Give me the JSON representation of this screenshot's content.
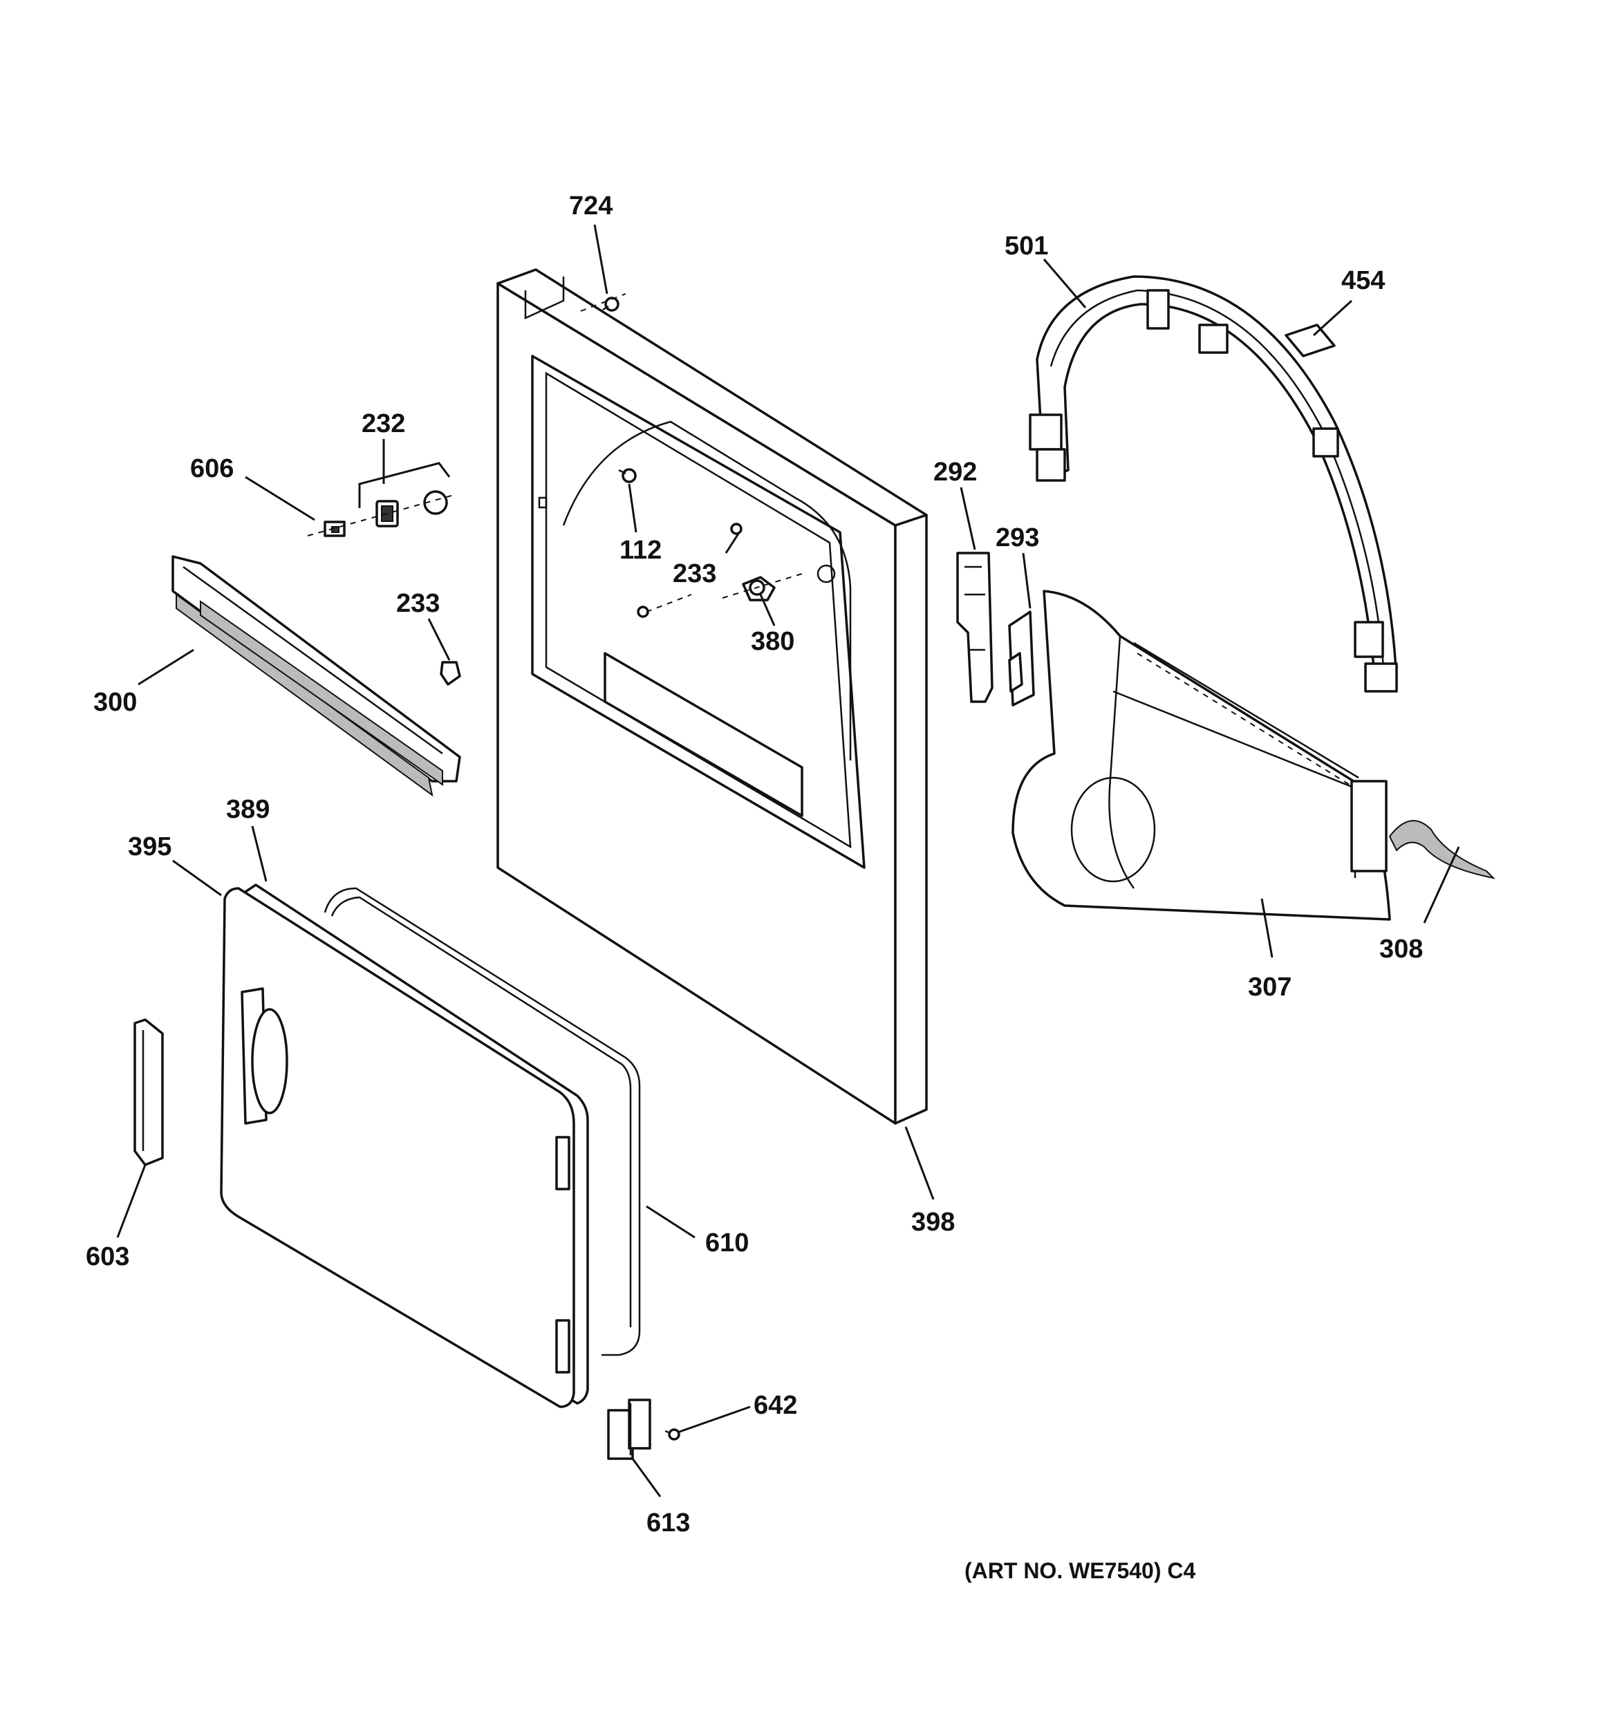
{
  "diagram": {
    "art_number": "(ART NO. WE7540) C4",
    "parts": [
      {
        "id": "p724",
        "label": "724"
      },
      {
        "id": "p501",
        "label": "501"
      },
      {
        "id": "p454",
        "label": "454"
      },
      {
        "id": "p232",
        "label": "232"
      },
      {
        "id": "p606",
        "label": "606"
      },
      {
        "id": "p292",
        "label": "292"
      },
      {
        "id": "p293",
        "label": "293"
      },
      {
        "id": "p112",
        "label": "112"
      },
      {
        "id": "p233a",
        "label": "233"
      },
      {
        "id": "p233b",
        "label": "233"
      },
      {
        "id": "p380",
        "label": "380"
      },
      {
        "id": "p300",
        "label": "300"
      },
      {
        "id": "p389",
        "label": "389"
      },
      {
        "id": "p395",
        "label": "395"
      },
      {
        "id": "p308",
        "label": "308"
      },
      {
        "id": "p307",
        "label": "307"
      },
      {
        "id": "p398",
        "label": "398"
      },
      {
        "id": "p603",
        "label": "603"
      },
      {
        "id": "p610",
        "label": "610"
      },
      {
        "id": "p642",
        "label": "642"
      },
      {
        "id": "p613",
        "label": "613"
      }
    ]
  }
}
